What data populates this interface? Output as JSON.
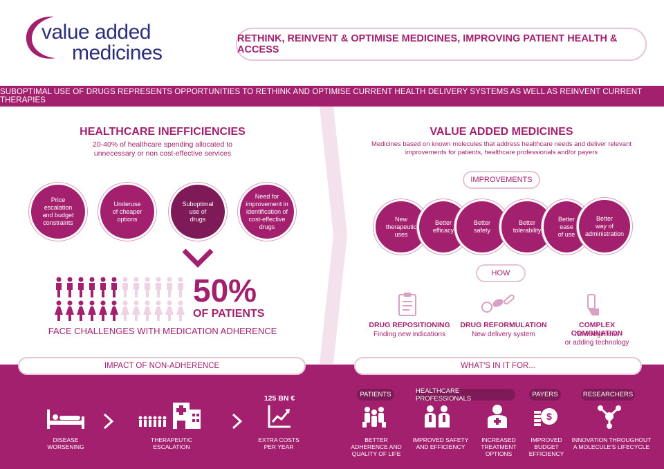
{
  "header": {
    "logo_line1": "value added",
    "logo_line2": "medicines",
    "tagline": "RETHINK, REINVENT & OPTIMISE MEDICINES, IMPROVING PATIENT HEALTH & ACCESS"
  },
  "banner": "SUBOPTIMAL USE OF DRUGS REPRESENTS OPPORTUNITIES TO RETHINK AND OPTIMISE CURRENT HEALTH DELIVERY SYSTEMS AS WELL AS REINVENT CURRENT THERAPIES",
  "left": {
    "title": "HEALTHCARE INEFFICIENCIES",
    "subtitle_1": "20-40% of healthcare spending allocated to",
    "subtitle_2": "unnecessary or non cost-effective services",
    "circles": [
      {
        "l1": "Price",
        "l2": "escalation",
        "l3": "and budget",
        "l4": "constraints"
      },
      {
        "l1": "Underuse",
        "l2": "of cheaper",
        "l3": "options",
        "l4": ""
      },
      {
        "l1": "Suboptimal",
        "l2": "use of",
        "l3": "drugs",
        "l4": ""
      },
      {
        "l1": "Need for",
        "l2": "improvement in",
        "l3": "identification of",
        "l4": "cost-effective",
        "l5": "drugs"
      }
    ],
    "percent": "50%",
    "of_patients": "OF PATIENTS",
    "adherence_fraction": 0.5,
    "challenge": "FACE CHALLENGES WITH MEDICATION ADHERENCE"
  },
  "right": {
    "title": "VALUE ADDED MEDICINES",
    "subtitle_1": "Medicines based on known molecules that address healthcare needs and deliver relevant",
    "subtitle_2": "improvements for patients, healthcare professionals and/or payers",
    "improvements_label": "IMPROVEMENTS",
    "improvements": [
      {
        "l1": "New",
        "l2": "therapeutic",
        "l3": "uses"
      },
      {
        "l1": "Better",
        "l2": "efficacy",
        "l3": ""
      },
      {
        "l1": "Better",
        "l2": "safety",
        "l3": ""
      },
      {
        "l1": "Better",
        "l2": "tolerability",
        "l3": ""
      },
      {
        "l1": "Better",
        "l2": "ease",
        "l3": "of use"
      },
      {
        "l1": "Better",
        "l2": "way of",
        "l3": "administration"
      }
    ],
    "how_label": "HOW",
    "how": [
      {
        "title": "DRUG REPOSITIONING",
        "sub1": "Finding new indications",
        "sub2": "",
        "icon": "clipboard-icon"
      },
      {
        "title": "DRUG REFORMULATION",
        "sub1": "New delivery system",
        "sub2": "",
        "icon": "pills-icon"
      },
      {
        "title": "COMPLEX COMBINATION",
        "sub1": "New regimens",
        "sub2": "or adding technology",
        "icon": "inhaler-icon"
      }
    ]
  },
  "impact": {
    "label": "IMPACT OF NON-ADHERENCE",
    "items": [
      {
        "l1": "DISEASE",
        "l2": "WORSENING",
        "icon": "patient-bed-icon"
      },
      {
        "l1": "THERAPEUTIC",
        "l2": "ESCALATION",
        "icon": "hospital-icon"
      },
      {
        "l1": "EXTRA COSTS",
        "l2": "PER YEAR",
        "icon": "chart-up-icon"
      }
    ],
    "cost": "125 BN €"
  },
  "whats_in": {
    "label": "WHAT'S IN IT FOR...",
    "tags": [
      "PATIENTS",
      "HEALTHCARE PROFESSIONALS",
      "PAYERS",
      "RESEARCHERS"
    ],
    "items": [
      {
        "l1": "BETTER",
        "l2": "ADHERENCE AND",
        "l3": "QUALITY OF LIFE",
        "icon": "group-icon"
      },
      {
        "l1": "IMPROVED SAFETY",
        "l2": "AND EFFICIENCY",
        "l3": "",
        "icon": "doctors-icon"
      },
      {
        "l1": "INCREASED",
        "l2": "TREATMENT",
        "l3": "OPTIONS",
        "icon": "doctor-icon"
      },
      {
        "l1": "IMPROVED",
        "l2": "BUDGET",
        "l3": "EFFICIENCY",
        "icon": "coins-icon"
      },
      {
        "l1": "INNOVATION THROUGHOUT",
        "l2": "A MOLECULE'S LIFECYCLE",
        "l3": "",
        "icon": "molecule-icon"
      }
    ]
  },
  "colors": {
    "magenta": "#a3206f",
    "dark_magenta": "#7e1a57",
    "light_pink": "#e7c3d8"
  }
}
